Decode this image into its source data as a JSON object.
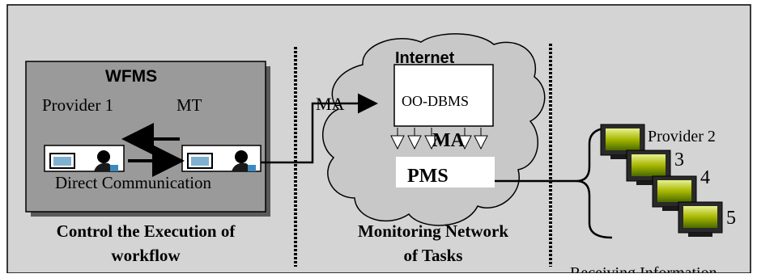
{
  "wfms": {
    "title": "WFMS",
    "provider_label": "Provider 1",
    "mt_label": "MT",
    "direct_comm_label": "Direct Communication"
  },
  "left_caption": [
    "Control the Execution of",
    "workflow"
  ],
  "arrow_label_ma": "MA",
  "internet": {
    "title": "Internet",
    "oodbms_label": "OO-DBMS",
    "ma_label": "MA",
    "pms_label": "PMS"
  },
  "center_caption": [
    "Monitoring Network",
    "of Tasks"
  ],
  "providers": {
    "first_label": "Provider 2",
    "numbers": [
      "3",
      "4",
      "5"
    ]
  },
  "right_caption": "Receiving Information",
  "colors": {
    "frame_bg": "#d4d4d4",
    "wfms_box": "#9a9a9a",
    "cloud": "#c8c8c8",
    "white_box": "#ffffff",
    "monitor_screen": "#a8b800"
  }
}
